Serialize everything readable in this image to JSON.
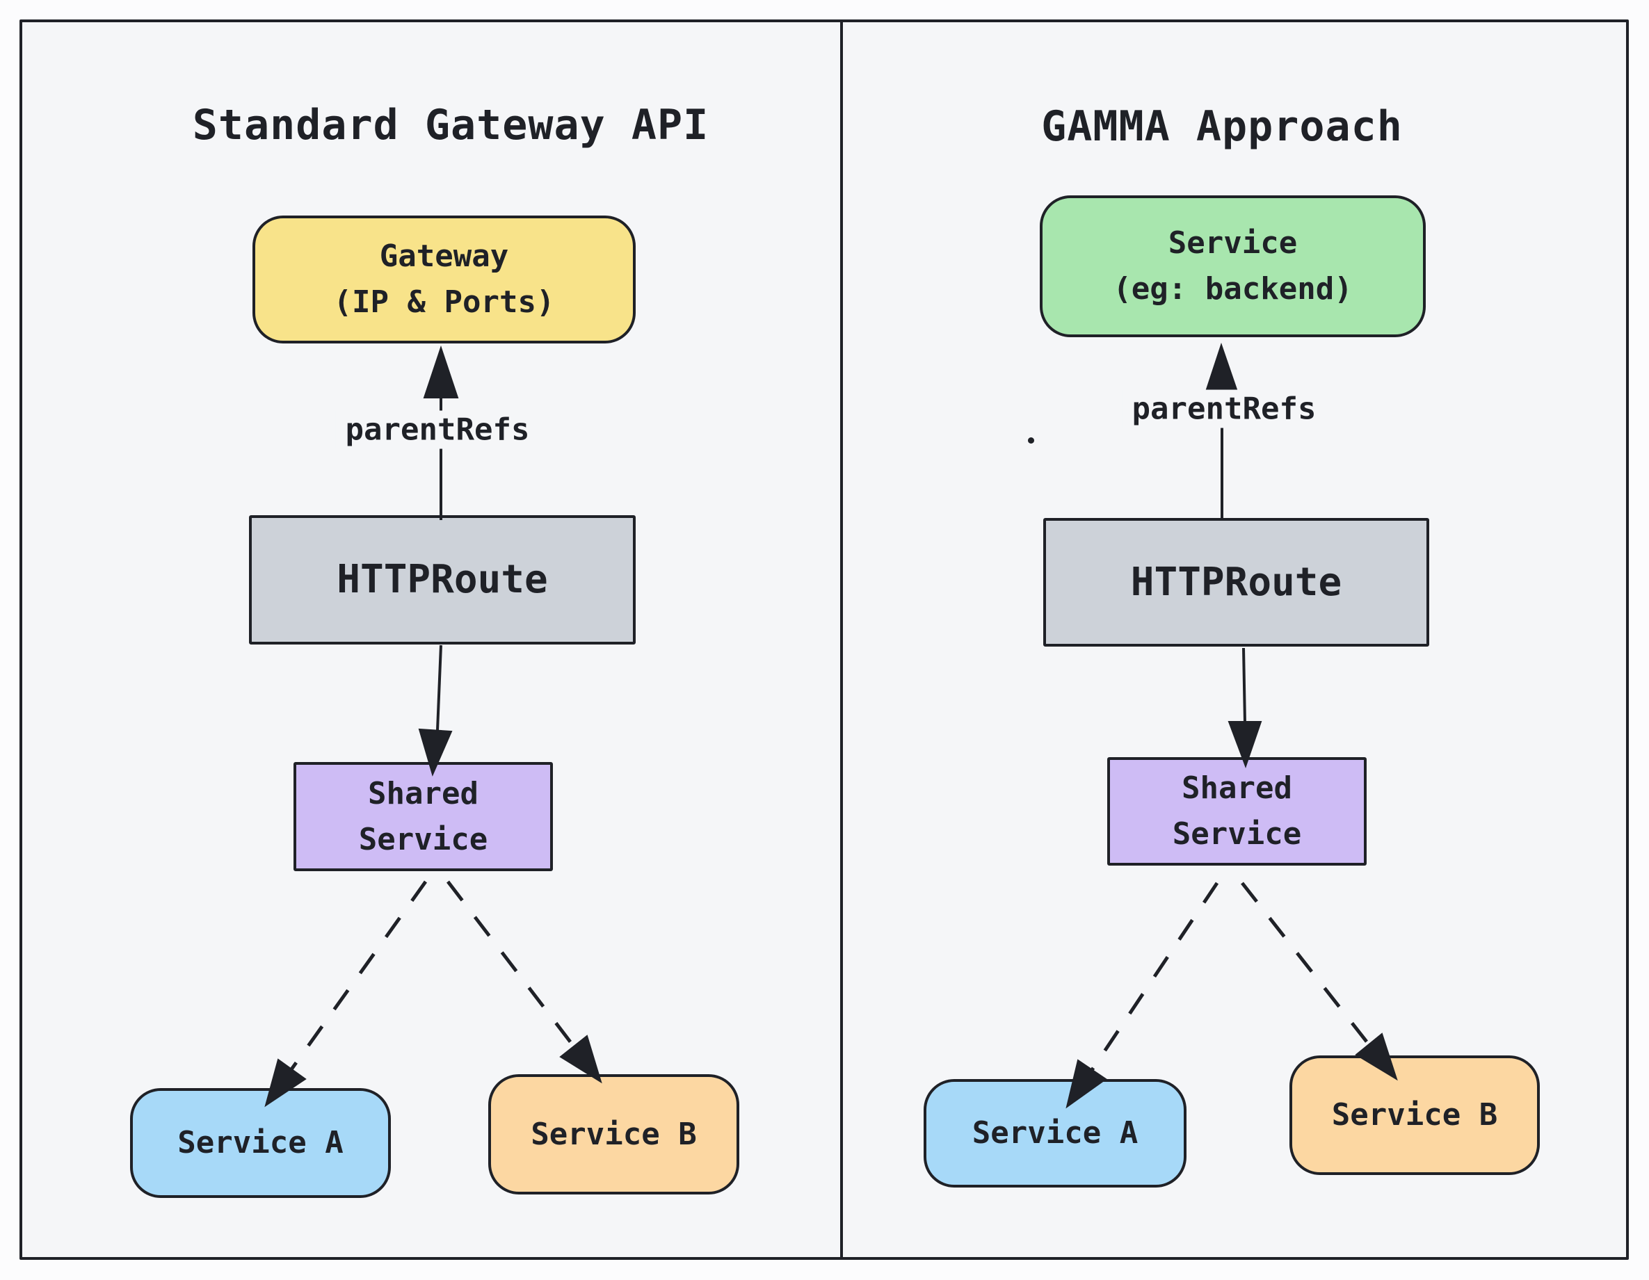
{
  "diagram": {
    "background": "#f5f6f8",
    "ink": "#1f2127",
    "panels": [
      {
        "title": "Standard Gateway API",
        "nodes": {
          "top": {
            "label": "Gateway\n(IP & Ports)",
            "fill": "#f8e38a",
            "shape": "rounded"
          },
          "route": {
            "label": "HTTPRoute",
            "fill": "#cdd2d9",
            "shape": "rect"
          },
          "shared": {
            "label": "Shared\nService",
            "fill": "#cebcf5",
            "shape": "rect"
          },
          "service_a": {
            "label": "Service A",
            "fill": "#a7d9f8",
            "shape": "rounded"
          },
          "service_b": {
            "label": "Service B",
            "fill": "#fcd7a2",
            "shape": "rounded"
          }
        },
        "edges": [
          {
            "from": "HTTPRoute",
            "to": "Gateway",
            "label": "parentRefs",
            "style": "solid-arrow"
          },
          {
            "from": "HTTPRoute",
            "to": "Shared Service",
            "label": "",
            "style": "solid-arrow"
          },
          {
            "from": "Shared Service",
            "to": "Service A",
            "label": "",
            "style": "dashed-arrow"
          },
          {
            "from": "Shared Service",
            "to": "Service B",
            "label": "",
            "style": "dashed-arrow"
          }
        ]
      },
      {
        "title": "GAMMA Approach",
        "nodes": {
          "top": {
            "label": "Service\n(eg: backend)",
            "fill": "#a8e6ae",
            "shape": "rounded"
          },
          "route": {
            "label": "HTTPRoute",
            "fill": "#cdd2d9",
            "shape": "rect"
          },
          "shared": {
            "label": "Shared\nService",
            "fill": "#cebcf5",
            "shape": "rect"
          },
          "service_a": {
            "label": "Service A",
            "fill": "#a7d9f8",
            "shape": "rounded"
          },
          "service_b": {
            "label": "Service B",
            "fill": "#fcd7a2",
            "shape": "rounded"
          }
        },
        "edges": [
          {
            "from": "HTTPRoute",
            "to": "Service",
            "label": "parentRefs",
            "style": "solid-arrow"
          },
          {
            "from": "HTTPRoute",
            "to": "Shared Service",
            "label": "",
            "style": "solid-arrow"
          },
          {
            "from": "Shared Service",
            "to": "Service A",
            "label": "",
            "style": "dashed-arrow"
          },
          {
            "from": "Shared Service",
            "to": "Service B",
            "label": "",
            "style": "dashed-arrow"
          }
        ]
      }
    ]
  }
}
